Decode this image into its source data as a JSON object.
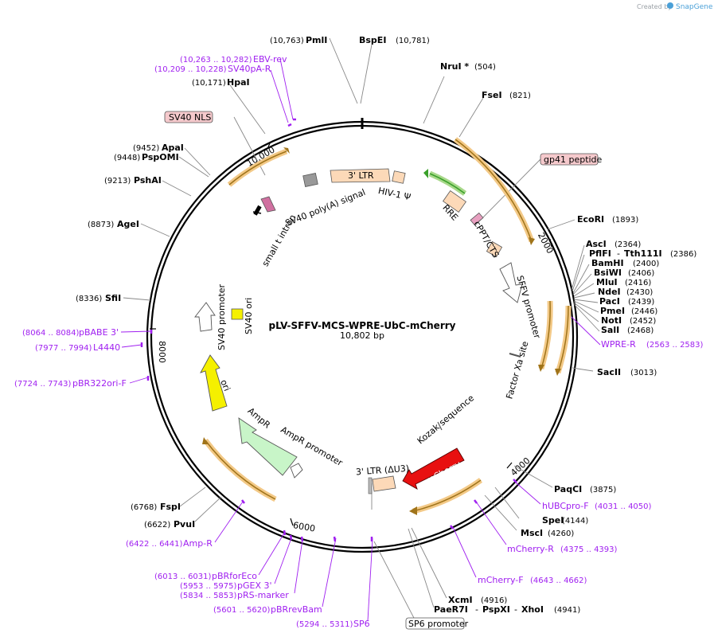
{
  "watermark": {
    "created_by": "Created by",
    "brand": "SnapGene"
  },
  "plasmid": {
    "name": "pLV-SFFV-MCS-WPRE-UbC-mCherry",
    "size": "10,802 bp"
  },
  "ticks": [
    "2000",
    "4000",
    "6000",
    "8000",
    "10,000"
  ],
  "sites": [
    {
      "pos": "(10,763)",
      "name": "PmlI"
    },
    {
      "name": "BspEI",
      "pos": "(10,781)"
    },
    {
      "name": "NruI *",
      "pos": "(504)"
    },
    {
      "name": "FseI",
      "pos": "(821)"
    },
    {
      "name": "EcoRI",
      "pos": "(1893)"
    },
    {
      "name": "AscI",
      "pos": "(2364)"
    },
    {
      "name": "PflFI",
      "name2": "Tth111I",
      "pos": "(2386)"
    },
    {
      "name": "BamHI",
      "pos": "(2400)"
    },
    {
      "name": "BsiWI",
      "pos": "(2406)"
    },
    {
      "name": "MluI",
      "pos": "(2416)"
    },
    {
      "name": "NdeI",
      "pos": "(2430)"
    },
    {
      "name": "PacI",
      "pos": "(2439)"
    },
    {
      "name": "PmeI",
      "pos": "(2446)"
    },
    {
      "name": "NotI",
      "pos": "(2452)"
    },
    {
      "name": "SalI",
      "pos": "(2468)"
    },
    {
      "name": "SacII",
      "pos": "(3013)"
    },
    {
      "name": "PaqCI",
      "pos": "(3875)"
    },
    {
      "name": "SpeI",
      "pos": "(4144)"
    },
    {
      "name": "MscI",
      "pos": "(4260)"
    },
    {
      "name": "XcmI",
      "pos": "(4916)"
    },
    {
      "name": "PaeR7I",
      "name2": "PspXI",
      "name3": "XhoI",
      "pos": "(4941)"
    },
    {
      "pos": "(6768)",
      "name": "FspI"
    },
    {
      "pos": "(6622)",
      "name": "PvuI"
    },
    {
      "pos": "(8336)",
      "name": "SfiI"
    },
    {
      "pos": "(8873)",
      "name": "AgeI"
    },
    {
      "pos": "(9213)",
      "name": "PshAI"
    },
    {
      "pos": "(9448)",
      "name": "PspOMI"
    },
    {
      "pos": "(9452)",
      "name": "ApaI"
    },
    {
      "pos": "(10,171)",
      "name": "HpaI"
    }
  ],
  "primers": [
    {
      "range": "(10,263 .. 10,282)",
      "name": "EBV-rev"
    },
    {
      "range": "(10,209 .. 10,228)",
      "name": "SV40pA-R"
    },
    {
      "name": "WPRE-R",
      "range": "(2563 .. 2583)"
    },
    {
      "name": "hUBCpro-F",
      "range": "(4031 .. 4050)"
    },
    {
      "name": "mCherry-R",
      "range": "(4375 .. 4393)"
    },
    {
      "name": "mCherry-F",
      "range": "(4643 .. 4662)"
    },
    {
      "range": "(5294 .. 5311)",
      "name": "SP6"
    },
    {
      "range": "(5601 .. 5620)",
      "name": "pBRrevBam"
    },
    {
      "range": "(5834 .. 5853)",
      "name": "pRS-marker"
    },
    {
      "range": "(5953 .. 5975)",
      "name": "pGEX 3'"
    },
    {
      "range": "(6013 .. 6031)",
      "name": "pBRforEco"
    },
    {
      "range": "(6422 .. 6441)",
      "name": "Amp-R"
    },
    {
      "range": "(7724 .. 7743)",
      "name": "pBR322ori-F"
    },
    {
      "range": "(7977 .. 7994)",
      "name": "L4440"
    },
    {
      "range": "(8064 .. 8084)",
      "name": "pBABE 3'"
    }
  ],
  "boxed_labels": {
    "sv40_nls": "SV40 NLS",
    "gp41": "gp41 peptide",
    "sp6_promoter": "SP6 promoter"
  },
  "features": {
    "ltr3": "3' LTR",
    "hiv_psi": "HIV-1 Ψ",
    "sv40_polya": "SV40 poly(A) signal",
    "rre": "RRE",
    "cppt": "cPPT/CTS",
    "small_t": "small t intron",
    "sffv": "SFFV promoter",
    "factor_xa": "Factor Xa site",
    "kozak": "Kozak sequence",
    "mcherry": "mCherry",
    "ltr3_du3": "3' LTR (ΔU3)",
    "ampr_promoter": "AmpR promoter",
    "ampr": "AmpR",
    "ori": "ori",
    "sv40_promoter": "SV40 promoter",
    "sv40_ori": "SV40 ori"
  },
  "colors": {
    "backbone": "#000000",
    "enzyme_line": "#888888",
    "primer": "#a020f0",
    "ltr": "#fcd9b8",
    "misc_box": "#999999",
    "mcherry": "#e81010",
    "ampr": "#c8f5c8",
    "ori": "#f5f000",
    "orf_halo": "#f3c987",
    "orf_arrow": "#a0741a",
    "rre_arrow": "#3aa02a",
    "gp41_box": "#f5c9cc",
    "sv40_nls_box": "#f5c9cc"
  }
}
